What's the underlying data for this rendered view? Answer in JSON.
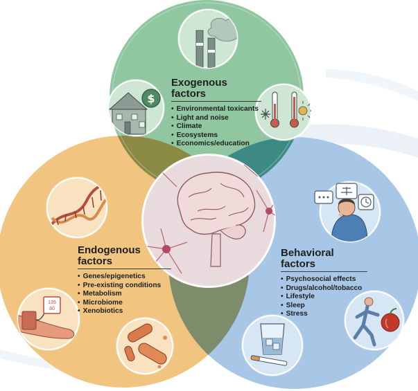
{
  "exogenous": {
    "title_line1": "Exogenous",
    "title_line2": "factors",
    "items": [
      "Environmental toxicants",
      "Light and noise",
      "Climate",
      "Ecosystems",
      "Economics/education"
    ],
    "fill": "#90c7a0",
    "icons": [
      "factory-smokestack-icon",
      "house-money-icon",
      "thermometer-weather-icon"
    ]
  },
  "endogenous": {
    "title_line1": "Endogenous",
    "title_line2": "factors",
    "items": [
      "Genes/epigenetics",
      "Pre-existing conditions",
      "Metabolism",
      "Microbiome",
      "Xenobiotics"
    ],
    "fill": "#f1c480",
    "icons": [
      "dna-helix-icon",
      "blood-pressure-arm-icon",
      "bacteria-icon"
    ],
    "bp_reading_top": "135",
    "bp_reading_bottom": "80"
  },
  "behavioral": {
    "title_line1": "Behavioral",
    "title_line2": "factors",
    "items": [
      "Psychosocial effects",
      "Drugs/alcohol/tobacco",
      "Lifestyle",
      "Sleep",
      "Stress"
    ],
    "fill": "#a8c7e6",
    "icons": [
      "stressed-person-icon",
      "runner-apple-icon",
      "drink-cigarette-icon"
    ]
  },
  "center": {
    "icon": "brain-neurons-icon"
  }
}
